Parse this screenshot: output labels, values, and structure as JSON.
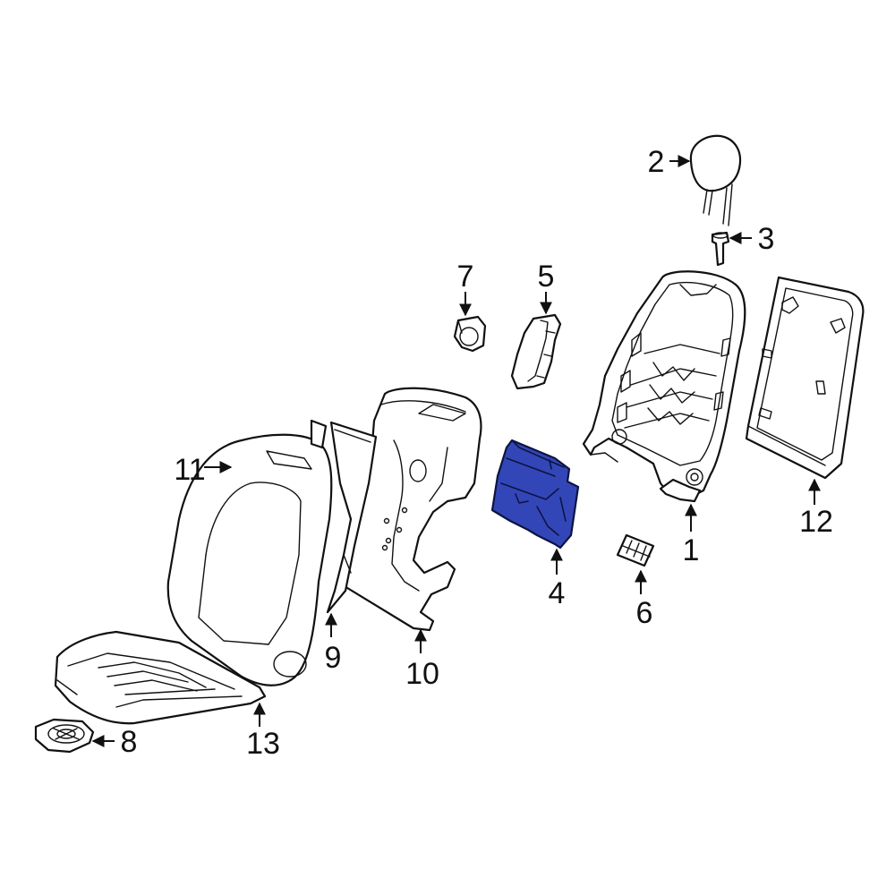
{
  "colors": {
    "highlight": "#3346b8",
    "line": "#111111",
    "background": "#ffffff"
  },
  "callouts": [
    {
      "id": "c1",
      "label": "1"
    },
    {
      "id": "c2",
      "label": "2"
    },
    {
      "id": "c3",
      "label": "3"
    },
    {
      "id": "c4",
      "label": "4"
    },
    {
      "id": "c5",
      "label": "5"
    },
    {
      "id": "c6",
      "label": "6"
    },
    {
      "id": "c7",
      "label": "7"
    },
    {
      "id": "c8",
      "label": "8"
    },
    {
      "id": "c9",
      "label": "9"
    },
    {
      "id": "c10",
      "label": "10"
    },
    {
      "id": "c11",
      "label": "11"
    },
    {
      "id": "c12",
      "label": "12"
    },
    {
      "id": "c13",
      "label": "13"
    }
  ],
  "highlighted_part": "4"
}
